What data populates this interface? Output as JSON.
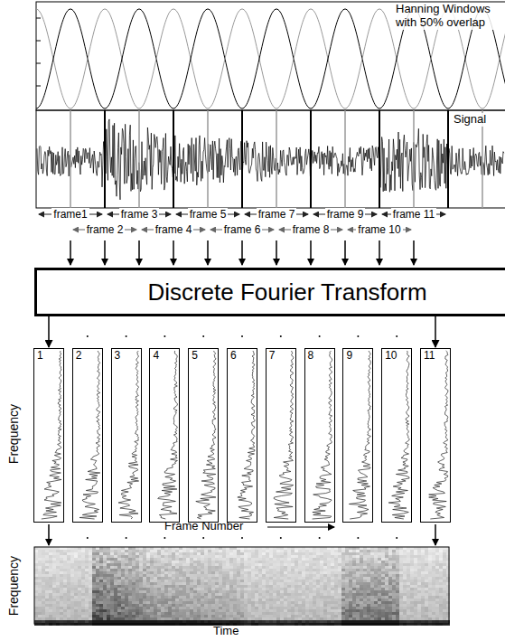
{
  "diagram": {
    "nodes": [
      {
        "text": [
          "Discrete Fourier Transform"
        ]
      },
      {
        "text": [
          "1"
        ]
      },
      {
        "text": [
          "2"
        ]
      },
      {
        "text": [
          "3"
        ]
      },
      {
        "text": [
          "4"
        ]
      },
      {
        "text": [
          "5"
        ]
      },
      {
        "text": [
          "6"
        ]
      },
      {
        "text": [
          "7"
        ]
      },
      {
        "text": [
          "8"
        ]
      },
      {
        "text": [
          "9"
        ]
      },
      {
        "text": [
          "10"
        ]
      },
      {
        "text": [
          "11"
        ]
      }
    ],
    "edges": [
      {
        "from": 0,
        "to": 1,
        "arrow": "to"
      },
      {
        "from": 0,
        "to": 11,
        "arrow": "to"
      }
    ],
    "labels": [
      "Hanning Windows with 50% overlap",
      "Signal",
      "frame1",
      "frame 2",
      "frame 3",
      "frame 4",
      "frame 5",
      "frame 6",
      "frame 7",
      "frame 8",
      "frame 9",
      "frame 10",
      "frame 11",
      "Frequency",
      "Frame Number",
      "Frequency",
      "Time"
    ]
  }
}
